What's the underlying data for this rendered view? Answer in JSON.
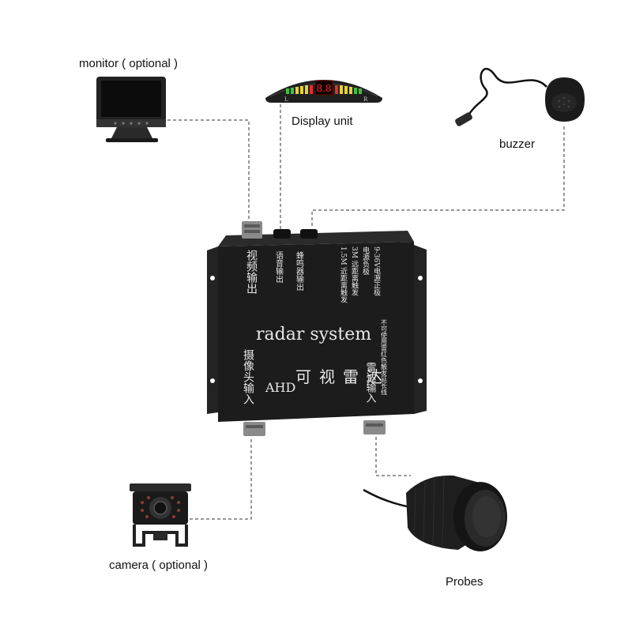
{
  "labels": {
    "monitor": "monitor ( optional )",
    "display": "Display unit",
    "buzzer": "buzzer",
    "camera": "camera ( optional )",
    "probes": "Probes"
  },
  "display_unit": {
    "digits": "8.8",
    "left": "L",
    "right": "R"
  },
  "controller": {
    "title": "radar system",
    "ahd": "AHD",
    "video_out": "视频输出",
    "voice_out": "语音输出",
    "buzzer_out": "蜂鸣器输出",
    "wire_1": "1.5M 近距离触发",
    "wire_2": "3M 远距离触发",
    "wire_3": "电源负极",
    "wire_4": "9-36V电源正极",
    "visual_radar": "可视雷达",
    "camera_in": "摄像头输入",
    "radar_in": "雷达输入",
    "note": "不可使用雷红色触发延长线"
  },
  "colors": {
    "box": "#1c1c1c",
    "wire": "#333333",
    "led_green": "#3fbf3f",
    "led_yellow": "#e8d230",
    "led_red": "#e03030"
  }
}
